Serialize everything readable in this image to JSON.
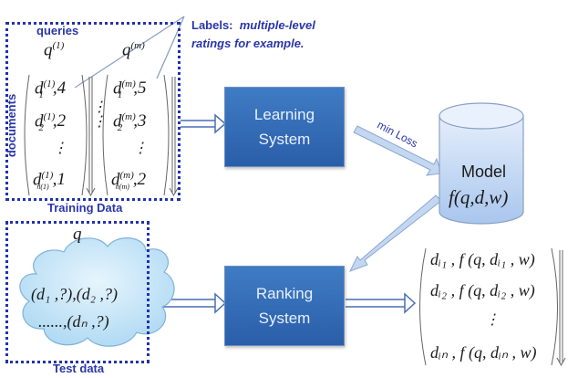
{
  "training": {
    "queries_label": "queries",
    "documents_label": "documents",
    "box_label": "Training Data",
    "query_first": "q",
    "query_first_sup": "(1)",
    "query_last": "q",
    "query_last_sup": "(m)",
    "col1": [
      {
        "d": "d",
        "sub": "1",
        "sup": "(1)",
        "label": ",4"
      },
      {
        "d": "d",
        "sub": "2",
        "sup": "(1)",
        "label": ",2"
      },
      {
        "d": "d",
        "sub": "n(1)",
        "sup": "(1)",
        "label": ",1"
      }
    ],
    "col2": [
      {
        "d": "d",
        "sub": "1",
        "sup": "(m)",
        "label": ",5"
      },
      {
        "d": "d",
        "sub": "2",
        "sup": "(m)",
        "label": ",3"
      },
      {
        "d": "d",
        "sub": "n(m)",
        "sup": "(m)",
        "label": ",2"
      }
    ]
  },
  "annotation": {
    "title": "Labels:",
    "line1": "multiple-level",
    "line2": "ratings for example."
  },
  "learning_system": {
    "line1": "Learning",
    "line2": "System"
  },
  "ranking_system": {
    "line1": "Ranking",
    "line2": "System"
  },
  "min_loss_label": "min Loss",
  "model": {
    "title": "Model",
    "formula": "f(q,d,w)"
  },
  "test": {
    "box_label": "Test data",
    "query": "q",
    "cloud_line1": "(d₁ ,?),(d₂ ,?)",
    "cloud_line2": "......,(dₙ ,?)"
  },
  "output": {
    "rows": [
      "dᵢ₁ , f (q, dᵢ₁ , w)",
      "dᵢ₂ , f (q, dᵢ₂ , w)",
      "dᵢₙ , f (q, dᵢₙ , w)"
    ]
  },
  "colors": {
    "label_blue": "#2a36a8",
    "system_box": "#2f67b1",
    "model_fill": "#c9dcf5",
    "cloud_fill": "#c8e6f7"
  }
}
